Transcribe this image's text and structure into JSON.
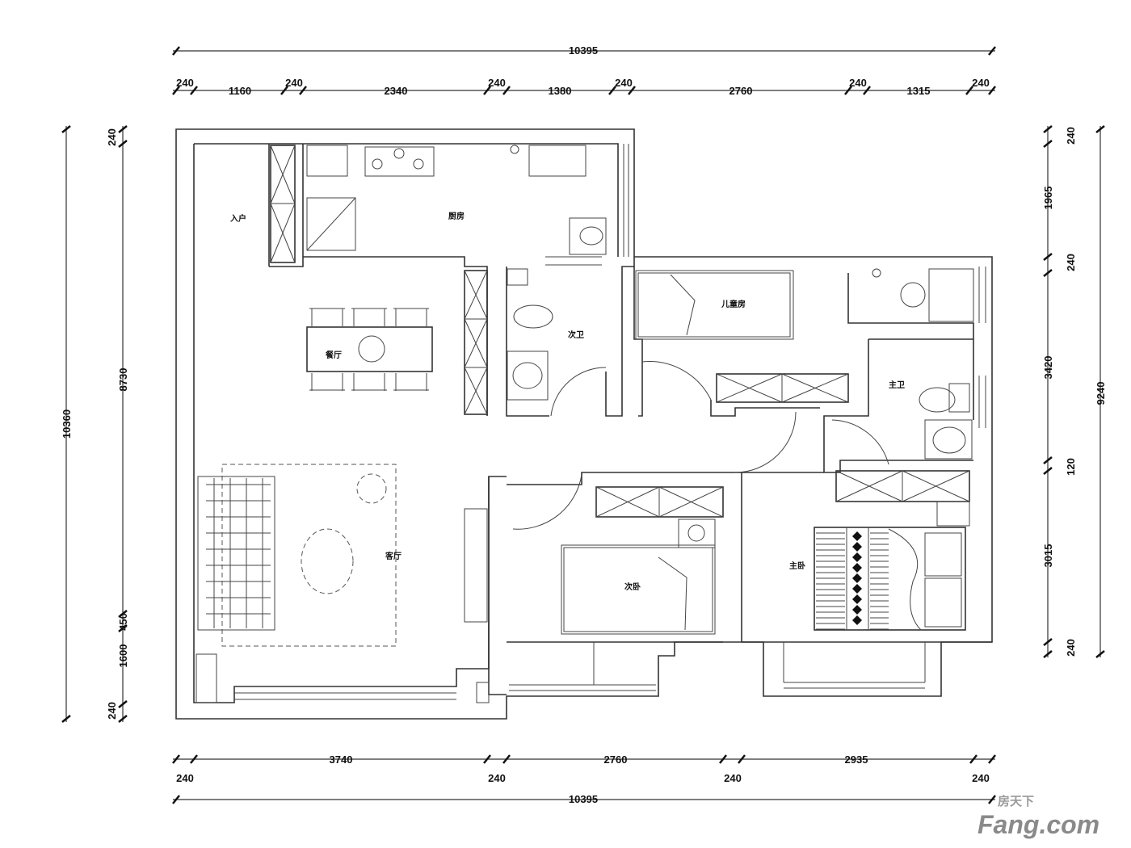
{
  "rooms": {
    "entry": "入户",
    "kitchen": "厨房",
    "dining": "餐厅",
    "second_bath": "次卫",
    "kids_room": "儿童房",
    "master_bath": "主卫",
    "master_bedroom": "主卧",
    "second_bedroom": "次卧",
    "living": "客厅"
  },
  "dimensions": {
    "top_total": "10395",
    "top": [
      "240",
      "1160",
      "240",
      "2340",
      "240",
      "1380",
      "240",
      "2760",
      "240",
      "1315",
      "240"
    ],
    "bottom_upper": [
      "3740",
      "2760",
      "2935"
    ],
    "bottom_lower": [
      "240",
      "240",
      "240",
      "240"
    ],
    "bottom_total": "10395",
    "left_total": "10360",
    "left": [
      "240",
      "8730",
      "450",
      "1600",
      "240"
    ],
    "right": [
      "240",
      "1965",
      "240",
      "3420",
      "120",
      "3015",
      "240"
    ],
    "right_total": "9240"
  },
  "watermark": {
    "cn": "房天下",
    "en": "Fang.com"
  }
}
